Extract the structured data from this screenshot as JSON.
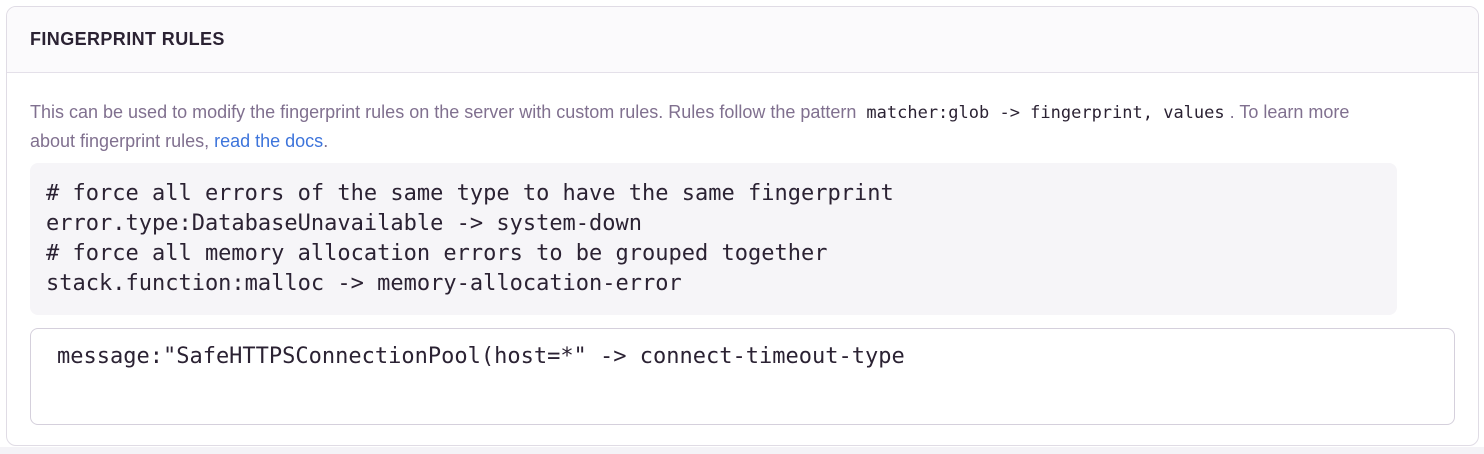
{
  "panel": {
    "title": "FINGERPRINT RULES",
    "description": {
      "text_before_code": "This can be used to modify the fingerprint rules on the server with custom rules. Rules follow the pattern ",
      "inline_code": "matcher:glob -> fingerprint, values",
      "text_after_code": ". To learn more about fingerprint rules, ",
      "link_text": "read the docs",
      "text_after_link": "."
    },
    "example_code": "# force all errors of the same type to have the same fingerprint\nerror.type:DatabaseUnavailable -> system-down\n# force all memory allocation errors to be grouped together\nstack.function:malloc -> memory-allocation-error",
    "rules_input": {
      "value": "message:\"SafeHTTPSConnectionPool(host=*\" -> connect-timeout-type",
      "placeholder": ""
    },
    "colors": {
      "link_blue": "#3d74db",
      "heading_text": "#2b2233",
      "body_text": "#80708f",
      "code_text": "#2b2233",
      "panel_border": "#e0dce5",
      "panel_header_background": "#fbfafc",
      "code_block_background": "#f6f5f8",
      "textarea_border": "#d5d0dc"
    }
  }
}
